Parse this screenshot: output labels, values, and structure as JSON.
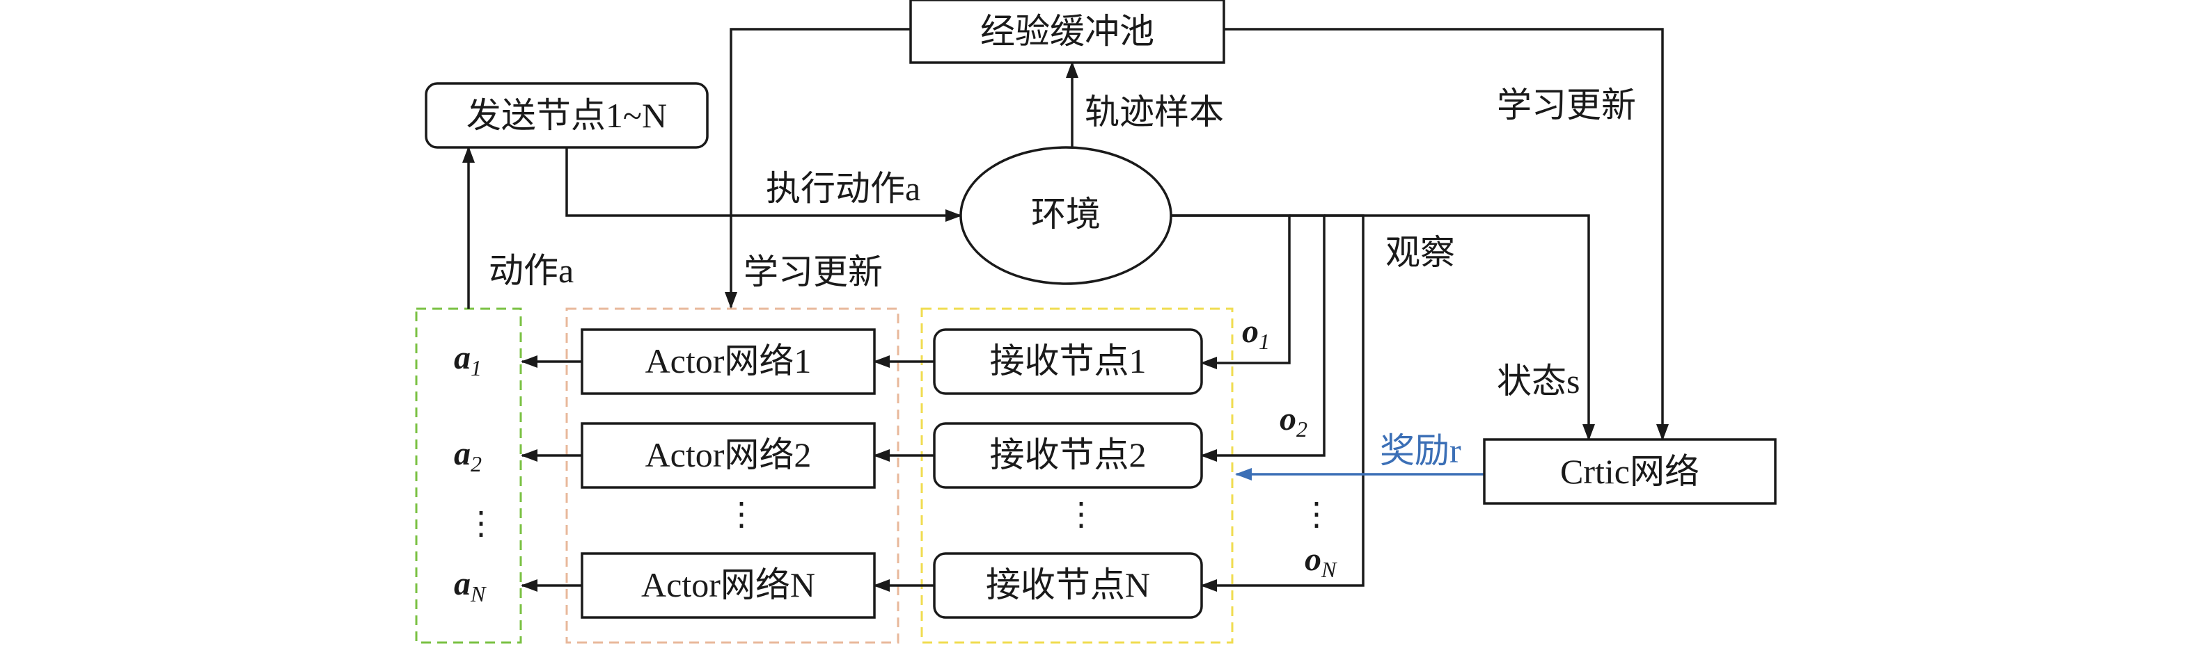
{
  "nodes": {
    "buffer": "经验缓冲池",
    "send": "发送节点1~N",
    "env": "环境",
    "critic": "Crtic网络",
    "actor1": "Actor网络1",
    "actor2": "Actor网络2",
    "actorN": "Actor网络N",
    "recv1": "接收节点1",
    "recv2": "接收节点2",
    "recvN": "接收节点N"
  },
  "labels": {
    "trajectory": "轨迹样本",
    "learn_update_right": "学习更新",
    "learn_update_left": "学习更新",
    "execute_action": "执行动作a",
    "action": "动作a",
    "observe": "观察",
    "state": "状态s",
    "reward": "奖励r"
  },
  "symbols": {
    "a1": "a1",
    "a2": "a2",
    "aN": "aN",
    "o1": "o1",
    "o2": "o2",
    "oN": "oN",
    "vdots": "⋮"
  },
  "colors": {
    "reward_line": "#3b6fb6",
    "action_group_border": "#7ac143",
    "actor_group_border": "#e8b89b",
    "receiver_group_border": "#f0dc50"
  }
}
